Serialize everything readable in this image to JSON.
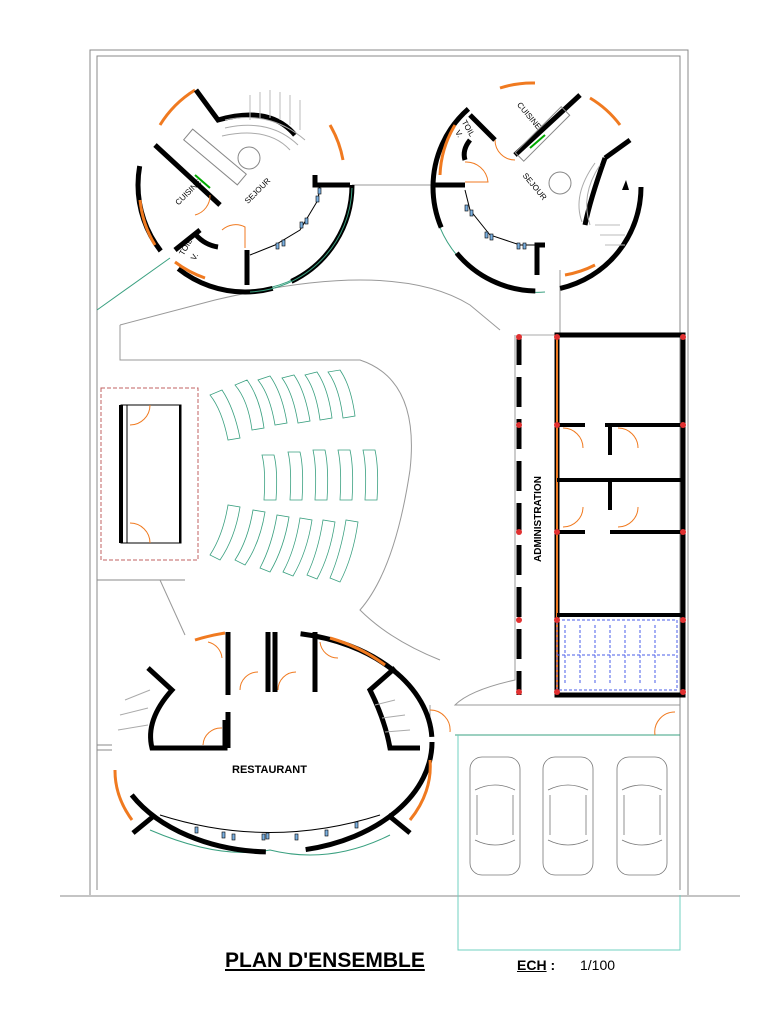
{
  "drawing": {
    "title": "PLAN D'ENSEMBLE",
    "scale_label": "ECH",
    "scale_separator": ":",
    "scale_value": "1/100"
  },
  "rooms": {
    "left_house": {
      "kitchen": "CUISINE",
      "living": "SEJOUR",
      "toilet_1": "TOIL",
      "toilet_2": "V."
    },
    "right_house": {
      "kitchen": "CUISINE",
      "living": "SEJOUR",
      "toilet_1": "TOIL",
      "toilet_2": "V."
    },
    "administration": "ADMINISTRATION",
    "restaurant": "RESTAURANT"
  },
  "colors": {
    "wall": "#000000",
    "window": "#f07a20",
    "site_line": "#888888",
    "landscape": "#3aa080",
    "stair_hidden": "#4a5ee8",
    "stage_outline": "#c06060",
    "parking_line": "#70d0c0"
  },
  "parking": {
    "cars": 3
  }
}
